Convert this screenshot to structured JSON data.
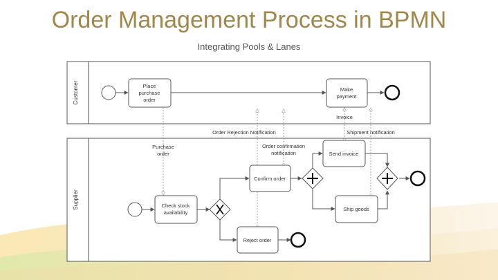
{
  "title": "Order Management Process in BPMN",
  "subtitle": "Integrating Pools & Lanes",
  "pools": {
    "customer": "Customer",
    "supplier": "Supplier"
  },
  "tasks": {
    "place_order": [
      "Place",
      "purchase",
      "order"
    ],
    "make_payment": [
      "Make",
      "payment"
    ],
    "send_invoice": [
      "Send invoice"
    ],
    "confirm_order": [
      "Confirm order"
    ],
    "check_stock": [
      "Check stock",
      "availability"
    ],
    "ship_goods": [
      "Ship goods"
    ],
    "reject_order": [
      "Reject order"
    ]
  },
  "messages": {
    "order_rejection": "Order Rejection Notification",
    "shipment": "Shipment notification",
    "invoice": "Invoice",
    "purchase_order": [
      "Purchase",
      "order"
    ],
    "order_confirmation": [
      "Order confirmation",
      "notification"
    ]
  },
  "colors": {
    "title": "#a0884a",
    "accent": "#e8a93a"
  }
}
